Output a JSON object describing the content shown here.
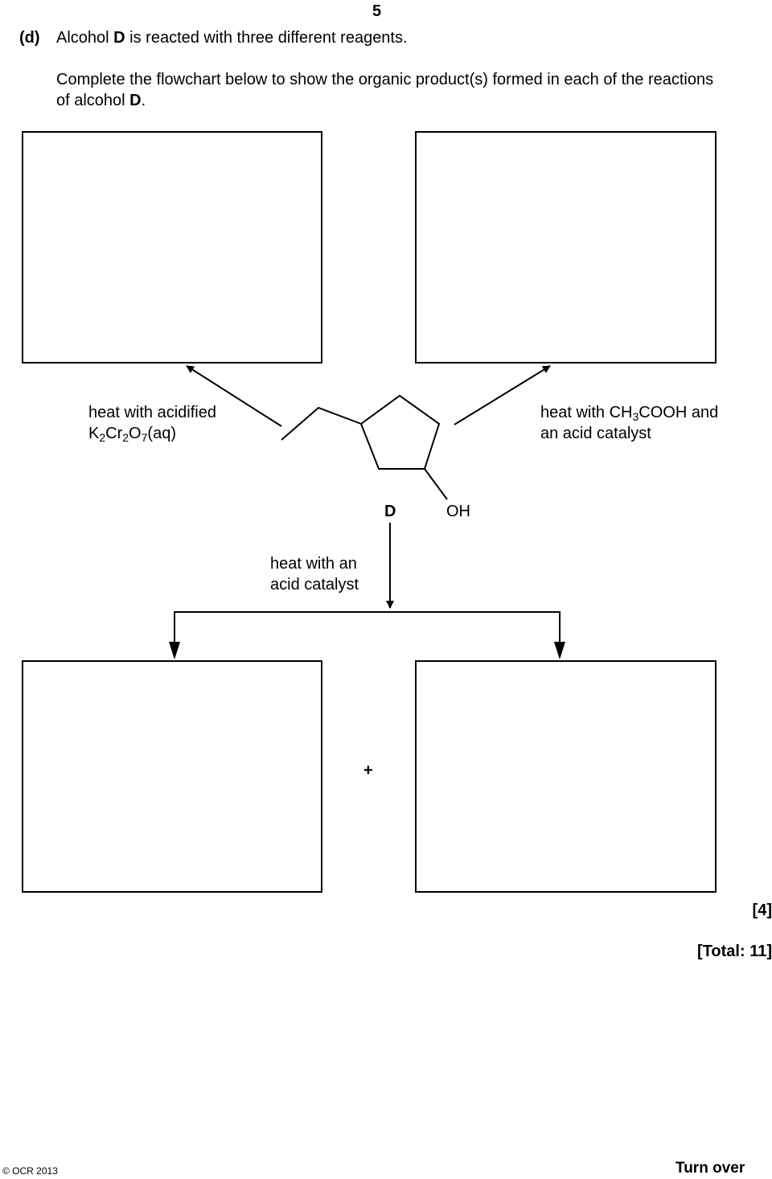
{
  "page_number": "5",
  "question": {
    "part_label": "(d)",
    "line1_pre": "Alcohol ",
    "line1_bold": "D",
    "line1_post": " is reacted with three different reagents.",
    "instruction_line1": "Complete the flowchart below to show the organic product(s) formed in each of the reactions",
    "instruction_line2_pre": "of alcohol ",
    "instruction_line2_bold": "D",
    "instruction_line2_post": "."
  },
  "reagents": {
    "left_line1": "heat with acidified",
    "left_line2": {
      "k": "K",
      "k_sub": "2",
      "cr": "Cr",
      "cr_sub": "2",
      "o": "O",
      "o_sub": "7",
      "state": "(aq)"
    },
    "right_line1": {
      "pre": "heat with CH",
      "sub": "3",
      "post": "COOH and"
    },
    "right_line2": "an acid catalyst",
    "down_line1": "heat with an",
    "down_line2": "acid catalyst"
  },
  "structure": {
    "label": "D",
    "hydroxyl": "OH"
  },
  "plus_sign": "+",
  "marks": "[4]",
  "total": "[Total: 11]",
  "footer": {
    "copyright": "© OCR 2013",
    "turn_over": "Turn over"
  }
}
